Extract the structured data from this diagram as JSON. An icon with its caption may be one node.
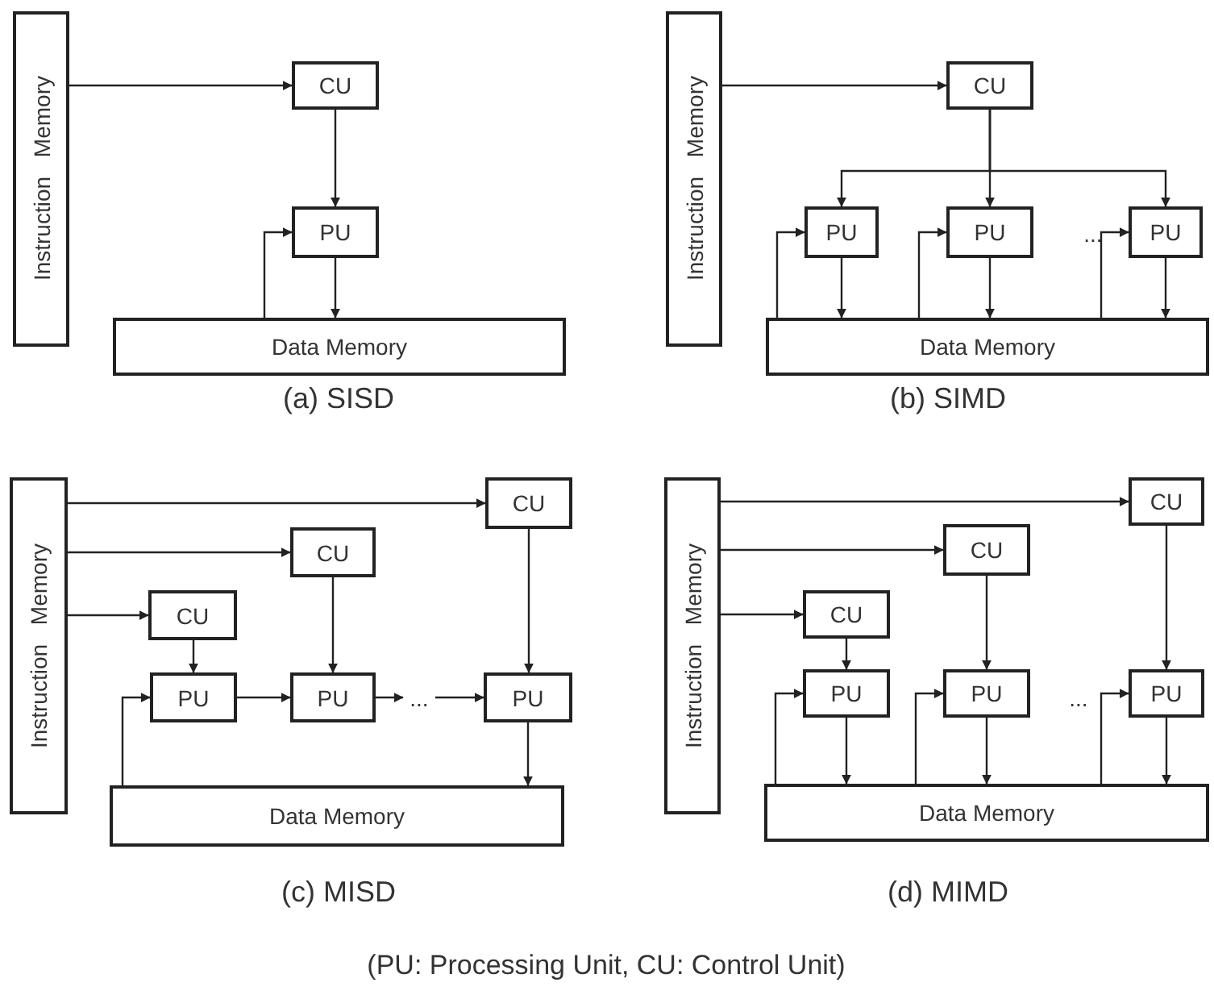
{
  "diagram": {
    "caption": "(PU: Processing Unit, CU: Control Unit)",
    "nodes": [
      {
        "text": [
          "Instruction Memory"
        ]
      },
      {
        "text": [
          "CU"
        ]
      },
      {
        "text": [
          "PU"
        ]
      },
      {
        "text": [
          "Data Memory"
        ]
      },
      {
        "text": [
          "Instruction Memory"
        ]
      },
      {
        "text": [
          "CU"
        ]
      },
      {
        "text": [
          "PU"
        ]
      },
      {
        "text": [
          "PU"
        ]
      },
      {
        "text": [
          "PU"
        ]
      },
      {
        "text": [
          "Data Memory"
        ]
      },
      {
        "text": [
          "Instruction Memory"
        ]
      },
      {
        "text": [
          "CU"
        ]
      },
      {
        "text": [
          "CU"
        ]
      },
      {
        "text": [
          "CU"
        ]
      },
      {
        "text": [
          "PU"
        ]
      },
      {
        "text": [
          "PU"
        ]
      },
      {
        "text": [
          "..."
        ]
      },
      {
        "text": [
          "PU"
        ]
      },
      {
        "text": [
          "Data Memory"
        ]
      },
      {
        "text": [
          "Instruction Memory"
        ]
      },
      {
        "text": [
          "CU"
        ]
      },
      {
        "text": [
          "CU"
        ]
      },
      {
        "text": [
          "CU"
        ]
      },
      {
        "text": [
          "PU"
        ]
      },
      {
        "text": [
          "PU"
        ]
      },
      {
        "text": [
          "PU"
        ]
      },
      {
        "text": [
          "Data Memory"
        ]
      }
    ],
    "edges": [
      {
        "from": 0,
        "to": 1,
        "arrow": "to"
      },
      {
        "from": 1,
        "to": 2,
        "arrow": "to"
      },
      {
        "from": 2,
        "to": 3,
        "arrow": "to"
      },
      {
        "from": 3,
        "to": 2,
        "arrow": "to"
      },
      {
        "from": 4,
        "to": 5,
        "arrow": "to"
      },
      {
        "from": 5,
        "to": 6,
        "arrow": "to"
      },
      {
        "from": 5,
        "to": 7,
        "arrow": "to"
      },
      {
        "from": 5,
        "to": 8,
        "arrow": "to"
      },
      {
        "from": 6,
        "to": 9,
        "arrow": "to"
      },
      {
        "from": 7,
        "to": 9,
        "arrow": "to"
      },
      {
        "from": 8,
        "to": 9,
        "arrow": "to"
      },
      {
        "from": 9,
        "to": 6,
        "arrow": "to"
      },
      {
        "from": 9,
        "to": 7,
        "arrow": "to"
      },
      {
        "from": 9,
        "to": 8,
        "arrow": "to"
      },
      {
        "from": 10,
        "to": 11,
        "arrow": "to"
      },
      {
        "from": 10,
        "to": 12,
        "arrow": "to"
      },
      {
        "from": 10,
        "to": 13,
        "arrow": "to"
      },
      {
        "from": 13,
        "to": 14,
        "arrow": "to"
      },
      {
        "from": 12,
        "to": 15,
        "arrow": "to"
      },
      {
        "from": 11,
        "to": 17,
        "arrow": "to"
      },
      {
        "from": 14,
        "to": 15,
        "arrow": "to"
      },
      {
        "from": 15,
        "to": 16,
        "arrow": "to"
      },
      {
        "from": 16,
        "to": 17,
        "arrow": "to"
      },
      {
        "from": 17,
        "to": 18,
        "arrow": "to"
      },
      {
        "from": 18,
        "to": 14,
        "arrow": "to"
      },
      {
        "from": 19,
        "to": 20,
        "arrow": "to"
      },
      {
        "from": 19,
        "to": 21,
        "arrow": "to"
      },
      {
        "from": 19,
        "to": 22,
        "arrow": "to"
      },
      {
        "from": 22,
        "to": 23,
        "arrow": "to"
      },
      {
        "from": 21,
        "to": 24,
        "arrow": "to"
      },
      {
        "from": 20,
        "to": 25,
        "arrow": "to"
      },
      {
        "from": 23,
        "to": 26,
        "arrow": "to"
      },
      {
        "from": 24,
        "to": 26,
        "arrow": "to"
      },
      {
        "from": 25,
        "to": 26,
        "arrow": "to"
      },
      {
        "from": 26,
        "to": 23,
        "arrow": "to"
      },
      {
        "from": 26,
        "to": 24,
        "arrow": "to"
      },
      {
        "from": 26,
        "to": 25,
        "arrow": "to"
      }
    ],
    "labels": [
      "(a) SISD",
      "...",
      "(b) SIMD",
      "(c) MISD",
      "...",
      "(d) MIMD"
    ]
  }
}
